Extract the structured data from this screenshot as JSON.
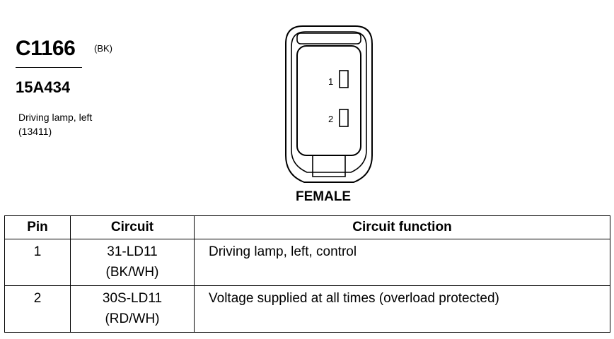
{
  "connector": {
    "id": "C1166",
    "color_code": "(BK)",
    "part_number": "15A434",
    "description": "Driving lamp, left",
    "description_code": "(13411)",
    "view": "FEMALE",
    "pin_labels": [
      "1",
      "2"
    ]
  },
  "table": {
    "headers": {
      "pin": "Pin",
      "circuit": "Circuit",
      "function": "Circuit function"
    },
    "rows": [
      {
        "pin": "1",
        "circuit": "31-LD11",
        "wire_color": "(BK/WH)",
        "function": "Driving lamp, left, control"
      },
      {
        "pin": "2",
        "circuit": "30S-LD11",
        "wire_color": "(RD/WH)",
        "function": "Voltage supplied at all times (overload protected)"
      }
    ]
  }
}
